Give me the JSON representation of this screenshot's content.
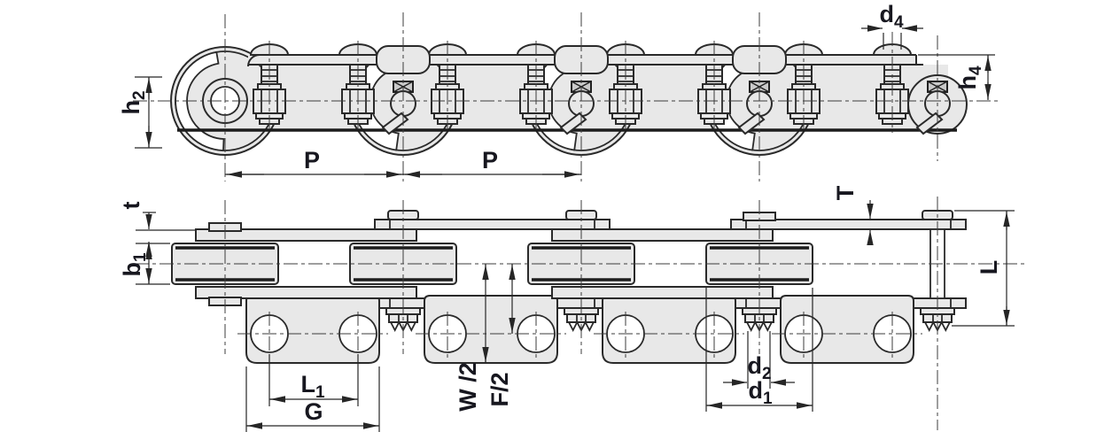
{
  "drawing": {
    "type": "technical-diagram",
    "subject": "Conveyor roller chain with attachments - side elevation (top) and plan view (bottom)",
    "background": "#ffffff",
    "colors": {
      "part_fill": "#e8e8e8",
      "outline": "#2a2a2a",
      "dimension_line": "#262626",
      "label_text": "#17171f"
    },
    "top_view": {
      "name": "side-elevation",
      "labels": {
        "h2": {
          "base": "h",
          "sub": "2"
        },
        "P_left": {
          "base": "P",
          "sub": ""
        },
        "P_right": {
          "base": "P",
          "sub": ""
        },
        "d4": {
          "base": "d",
          "sub": "4"
        },
        "h4": {
          "base": "h",
          "sub": "4"
        }
      }
    },
    "bottom_view": {
      "name": "plan-view",
      "labels": {
        "t": {
          "base": "t",
          "sub": ""
        },
        "b1": {
          "base": "b",
          "sub": "1"
        },
        "T": {
          "base": "T",
          "sub": ""
        },
        "L": {
          "base": "L",
          "sub": ""
        },
        "L1": {
          "base": "L",
          "sub": "1"
        },
        "G": {
          "base": "G",
          "sub": ""
        },
        "W_half": {
          "base": "W /2",
          "sub": ""
        },
        "F_half": {
          "base": "F/2",
          "sub": ""
        },
        "d2": {
          "base": "d",
          "sub": "2"
        },
        "d1": {
          "base": "d",
          "sub": "1"
        }
      }
    }
  }
}
